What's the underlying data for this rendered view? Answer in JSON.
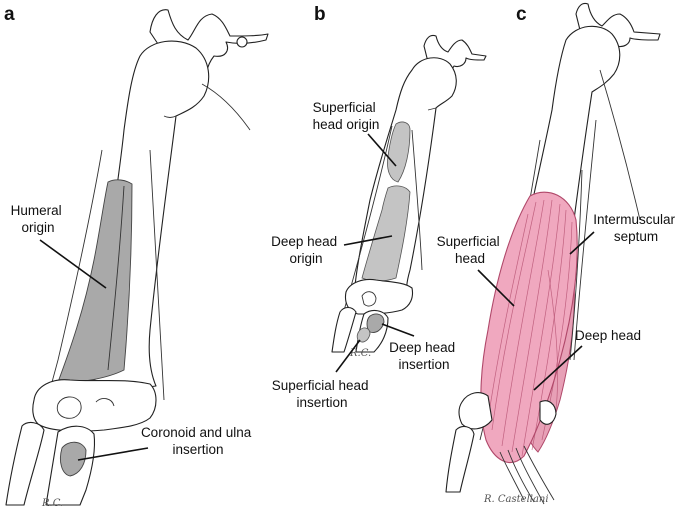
{
  "panels": [
    {
      "letter": "a",
      "labels": [
        {
          "lines": [
            "Humeral",
            "origin"
          ]
        },
        {
          "lines": [
            "Coronoid and ulna",
            "insertion"
          ]
        }
      ],
      "signature": "R.C."
    },
    {
      "letter": "b",
      "labels": [
        {
          "lines": [
            "Superficial",
            "head origin"
          ]
        },
        {
          "lines": [
            "Deep head",
            "origin"
          ]
        },
        {
          "lines": [
            "Deep head",
            "insertion"
          ]
        },
        {
          "lines": [
            "Superficial head",
            "insertion"
          ]
        }
      ],
      "signature": "R.C."
    },
    {
      "letter": "c",
      "labels": [
        {
          "lines": [
            "Intermuscular",
            "septum"
          ]
        },
        {
          "lines": [
            "Superficial",
            "head"
          ]
        },
        {
          "lines": [
            "Deep head"
          ]
        }
      ],
      "signature": "R. Castellani"
    }
  ],
  "colors": {
    "origin_area": "#a9a9a9",
    "muscle": "#f0a8bf",
    "muscle_stroke": "#b0486a",
    "line": "#222222"
  }
}
